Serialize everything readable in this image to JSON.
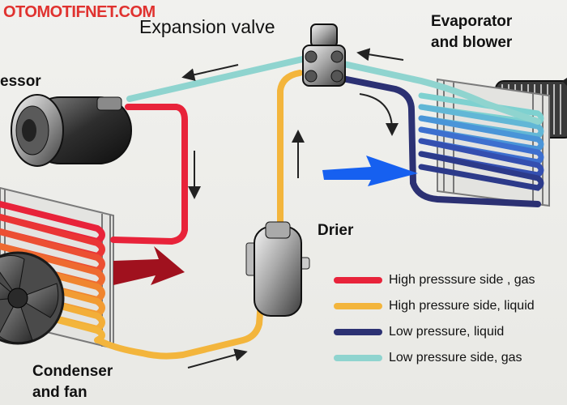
{
  "watermark": "OTOMOTIFNET.COM",
  "labels": {
    "expansion_valve": "Expansion valve",
    "evaporator_line1": "Evaporator",
    "evaporator_line2": "and blower",
    "compressor": "essor",
    "drier": "Drier",
    "condenser_line1": "Condenser",
    "condenser_line2": "and fan"
  },
  "legend": [
    {
      "label": "High presssure side , gas",
      "color": "#e8233a"
    },
    {
      "label": "High pressure side, liquid",
      "color": "#f3b53c"
    },
    {
      "label": "Low pressure, liquid",
      "color": "#2c3173"
    },
    {
      "label": "Low pressure side, gas",
      "color": "#8fd4cf"
    }
  ],
  "colors": {
    "high_gas": "#e8233a",
    "high_liquid": "#f3b53c",
    "low_liquid": "#2c3173",
    "low_gas": "#8fd4cf",
    "hot_air": "#a0111e",
    "cold_air": "#1660f0"
  }
}
